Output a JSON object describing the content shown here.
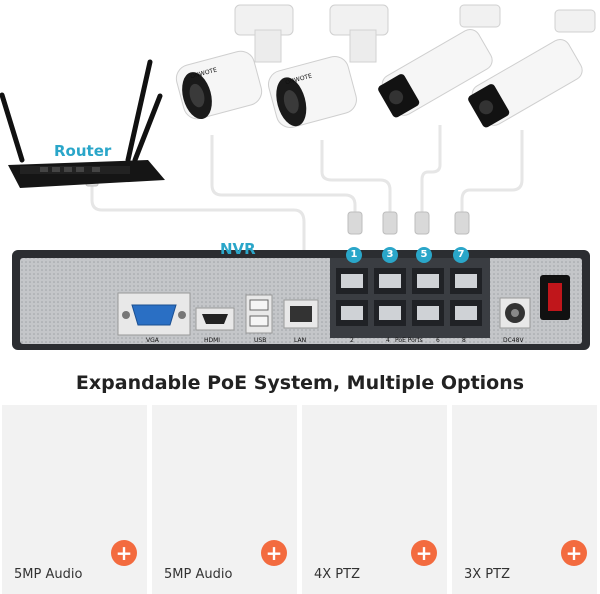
{
  "labels": {
    "router": "Router",
    "nvr": "NVR",
    "headline": "Expandable PoE System, Multiple Options"
  },
  "port_numbers": [
    "1",
    "3",
    "5",
    "7"
  ],
  "rear_panel": {
    "vga": "VGA",
    "hdmi": "HDMI",
    "usb": "USB",
    "lan": "LAN",
    "poe_ports": "PoE Ports",
    "dc": "DC48V",
    "bottom_numbers": [
      "2",
      "4",
      "6",
      "8"
    ]
  },
  "brand": "ONWOTE",
  "options": [
    {
      "label": "5MP Audio",
      "plus": "+",
      "icon": "bullet-camera-icon"
    },
    {
      "label": "5MP Audio",
      "plus": "+",
      "icon": "dome-camera-icon"
    },
    {
      "label": "4X PTZ",
      "plus": "+",
      "icon": "ptz-bullet-camera-icon"
    },
    {
      "label": "3X PTZ",
      "plus": "+",
      "icon": "mini-dome-camera-icon"
    }
  ],
  "colors": {
    "accent": "#2aa6c9",
    "plus": "#f36b3f",
    "nvr_body": "#2b2d31",
    "camera_white": "#f4f4f4",
    "tile_bg": "#f2f2f2"
  }
}
